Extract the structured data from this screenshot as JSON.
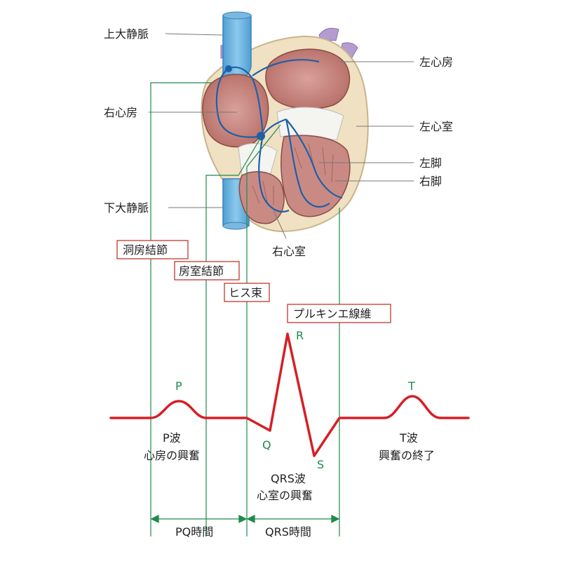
{
  "anatomy_labels": {
    "superior_vena_cava": "上大静脈",
    "left_atrium": "左心房",
    "right_atrium": "右心房",
    "left_ventricle": "左心室",
    "left_bundle_branch": "左脚",
    "right_bundle_branch": "右脚",
    "inferior_vena_cava": "下大静脈",
    "right_ventricle": "右心室"
  },
  "conduction_labels": {
    "sa_node": "洞房結節",
    "av_node": "房室結節",
    "his_bundle": "ヒス束",
    "purkinje": "プルキンエ線維"
  },
  "ecg_labels": {
    "p": "P",
    "q": "Q",
    "r": "R",
    "s": "S",
    "t": "T"
  },
  "wave_descriptions": {
    "p_wave_title": "P波",
    "p_wave_desc": "心房の興奮",
    "qrs_title": "QRS波",
    "qrs_desc": "心室の興奮",
    "t_title": "T波",
    "t_desc": "興奮の終了"
  },
  "intervals": {
    "pq": "PQ時間",
    "qrs": "QRS時間"
  },
  "colors": {
    "ecg_line": "#d61f26",
    "guide_line": "#1f8a4c",
    "wave_letters": "#1f8a4c",
    "label_box_border": "#c0392b",
    "conduction": "#1f5fa8",
    "heart_muscle": "#c98a84",
    "vein": "#5aa7d6"
  }
}
